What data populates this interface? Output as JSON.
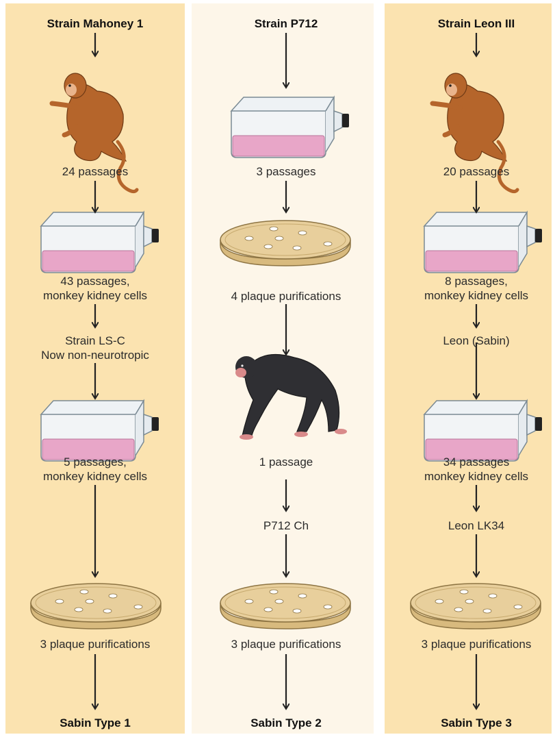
{
  "columns": [
    {
      "title": "Strain Mahoney 1",
      "steps": [
        "24 passages",
        "43 passages,",
        "monkey kidney cells",
        "Strain LS-C",
        "Now non-neurotropic",
        "5 passages,",
        "monkey kidney cells",
        "3 plaque purifications"
      ],
      "result": "Sabin Type 1"
    },
    {
      "title": "Strain P712",
      "steps": [
        "3 passages",
        "4 plaque purifications",
        "1 passage",
        "P712 Ch",
        "3 plaque purifications"
      ],
      "result": "Sabin Type 2"
    },
    {
      "title": "Strain Leon III",
      "steps": [
        "20 passages",
        "8 passages,",
        "monkey kidney cells",
        "Leon (Sabin)",
        "34 passages",
        "monkey kidney cells",
        "Leon LK34",
        "3 plaque purifications"
      ],
      "result": "Sabin Type 3"
    }
  ],
  "colors": {
    "panel_outer": "#fbe3b0",
    "panel_middle": "#fdf6e9",
    "medium": "#e8a6c8",
    "dish": "#e8cf9c",
    "monkey": "#b5652b",
    "chimp": "#2f2f33"
  },
  "icons": [
    "monkey-icon",
    "culture-flask-icon",
    "petri-dish-icon",
    "chimpanzee-icon",
    "down-arrow-icon"
  ]
}
